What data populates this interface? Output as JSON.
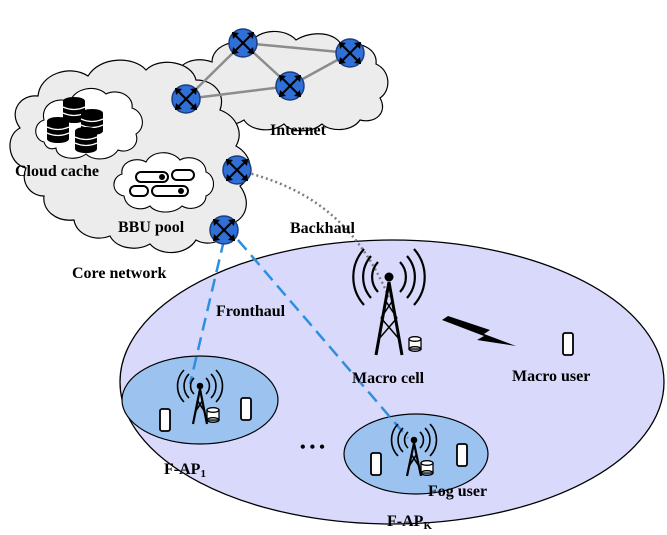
{
  "labels": {
    "internet": "Internet",
    "cloud_cache": "Cloud cache",
    "bbu_pool": "BBU pool",
    "core_network": "Core network",
    "backhaul": "Backhaul",
    "fronthaul": "Fronthaul",
    "macro_cell": "Macro cell",
    "macro_user": "Macro user",
    "fog_user": "Fog user",
    "fap1_main": "F-AP",
    "fap1_sub": "1",
    "fapk_main": "F-AP",
    "fapk_sub": "K",
    "ellipsis": "• • •"
  },
  "colors": {
    "cloud_fill": "#ececec",
    "router_fill": "#2f6fd6",
    "macro_area_fill": "#d9d9fb",
    "small_cell_fill": "#9cc3f0",
    "fronthaul_link": "#2d8fe0",
    "backhaul_link": "#7f7f7f",
    "internet_link": "#8c8c8c"
  },
  "icons": [
    "router-icon",
    "server-icon",
    "bbu-icon",
    "tower-icon",
    "phone-icon",
    "lightning-icon"
  ]
}
